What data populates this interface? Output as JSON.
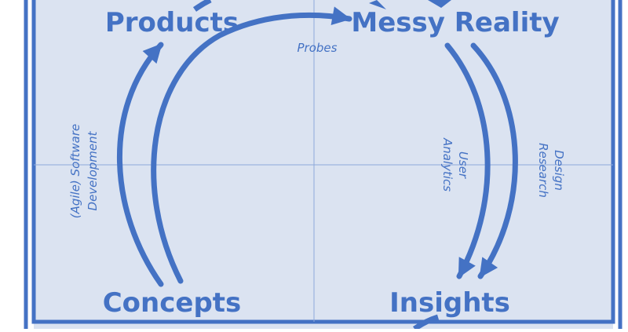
{
  "colors": {
    "page_bg": "#ffffff",
    "panel_bg": "#dbe3f1",
    "border": "#4472c4",
    "grid": "#8ea9db",
    "arrow": "#4472c4",
    "text": "#4472c4"
  },
  "nodes": {
    "products": "Products",
    "messy_reality": "Messy Reality",
    "concepts": "Concepts",
    "insights": "Insights"
  },
  "labels": {
    "probes": "Probes",
    "agile_line1": "(Agile) Software",
    "agile_line2": "Development",
    "analytics_line1": "User",
    "analytics_line2": "Analytics",
    "research_line1": "Design",
    "research_line2": "Research"
  }
}
